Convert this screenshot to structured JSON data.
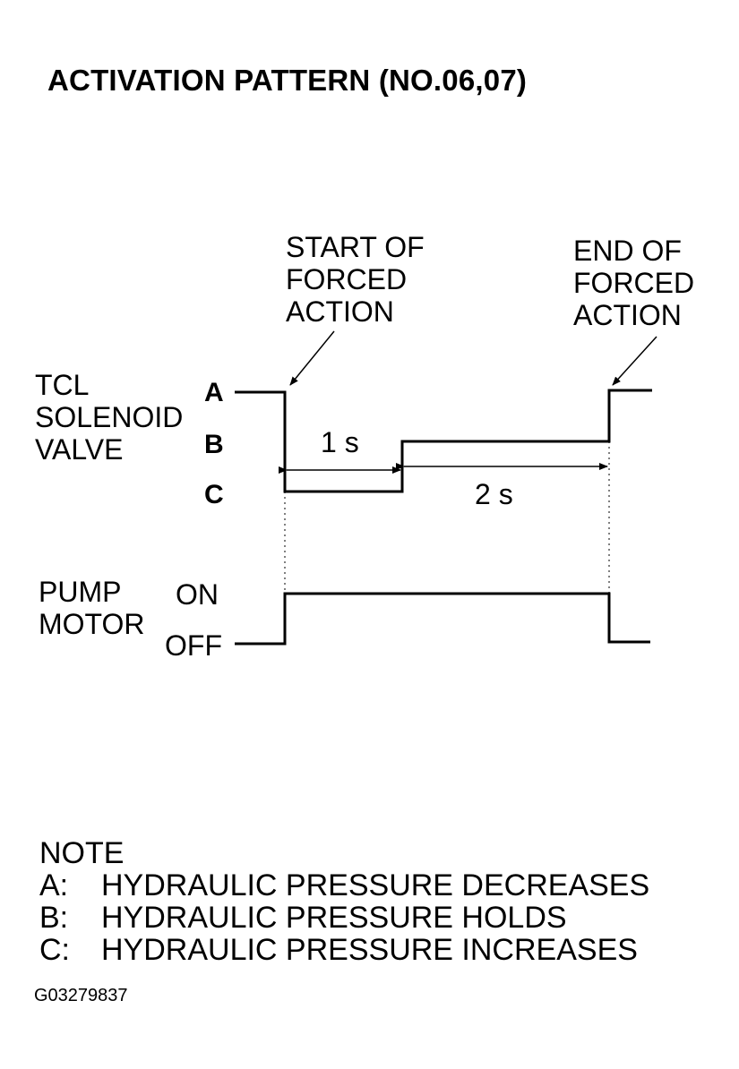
{
  "title": "ACTIVATION PATTERN (NO.06,07)",
  "annotations": {
    "start": [
      "START OF",
      "FORCED",
      "ACTION"
    ],
    "end": [
      "END OF",
      "FORCED",
      "ACTION"
    ],
    "duration_1": "1 s",
    "duration_2": "2 s"
  },
  "solenoid": {
    "label_lines": [
      "TCL",
      "SOLENOID",
      "VALVE"
    ],
    "levels": [
      "A",
      "B",
      "C"
    ]
  },
  "pump": {
    "label_lines": [
      "PUMP",
      "MOTOR"
    ],
    "on_label": "ON",
    "off_label": "OFF"
  },
  "note": {
    "heading": "NOTE",
    "items": [
      {
        "key": "A:",
        "text": "HYDRAULIC PRESSURE DECREASES"
      },
      {
        "key": "B:",
        "text": "HYDRAULIC PRESSURE HOLDS"
      },
      {
        "key": "C:",
        "text": "HYDRAULIC PRESSURE INCREASES"
      }
    ]
  },
  "figure_code": "G03279837"
}
